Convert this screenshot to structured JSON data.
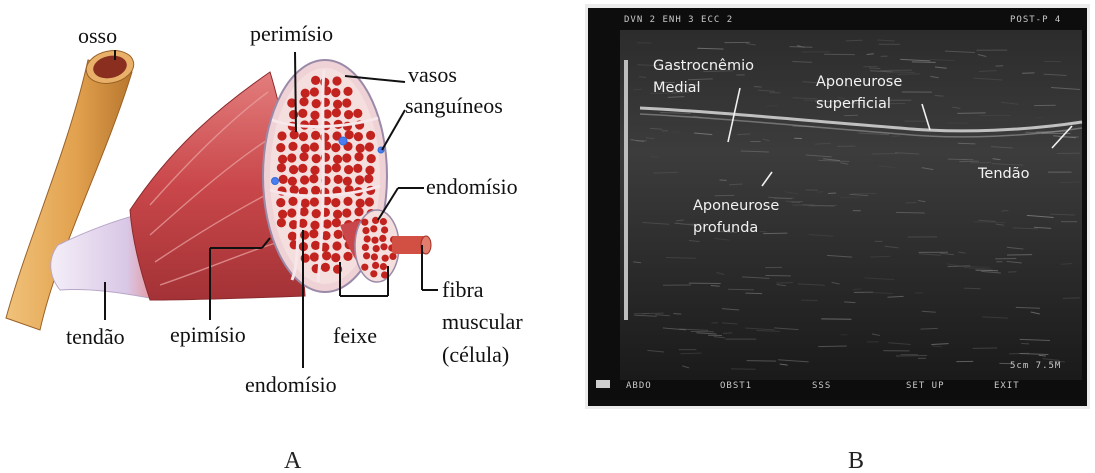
{
  "panel_a": {
    "caption": "A",
    "labels": {
      "osso": "osso",
      "perimisio": "perimísio",
      "vasos": "vasos",
      "sanguineos": "sanguíneos",
      "endomisio_right": "endomísio",
      "fibra": "fibra",
      "muscular": "muscular",
      "celula": "(célula)",
      "feixe": "feixe",
      "endomisio_bottom": "endomísio",
      "epimisio": "epimísio",
      "tendao": "tendão"
    },
    "colors": {
      "muscle": "#c9474a",
      "fascicle": "#f4dede",
      "fiber": "#c2231e",
      "bone": "#e2a24f",
      "marrow": "#8a2f1f",
      "tendon": "#e6dcef"
    }
  },
  "panel_b": {
    "caption": "B",
    "labels": {
      "gastro1": "Gastrocnêmio",
      "gastro2": "Medial",
      "apo_sup1": "Aponeurose",
      "apo_sup2": "superficial",
      "tendao": "Tendão",
      "apo_prof1": "Aponeurose",
      "apo_prof2": "profunda"
    },
    "screen_header": {
      "left": "DVN 2  ENH 3  ECC 2",
      "right": "POST-P 4"
    },
    "screen_menu": [
      "ABDO",
      "OBST1",
      "SSS",
      "SET UP",
      "EXIT"
    ],
    "depth_readout": "5cm  7.5M"
  }
}
